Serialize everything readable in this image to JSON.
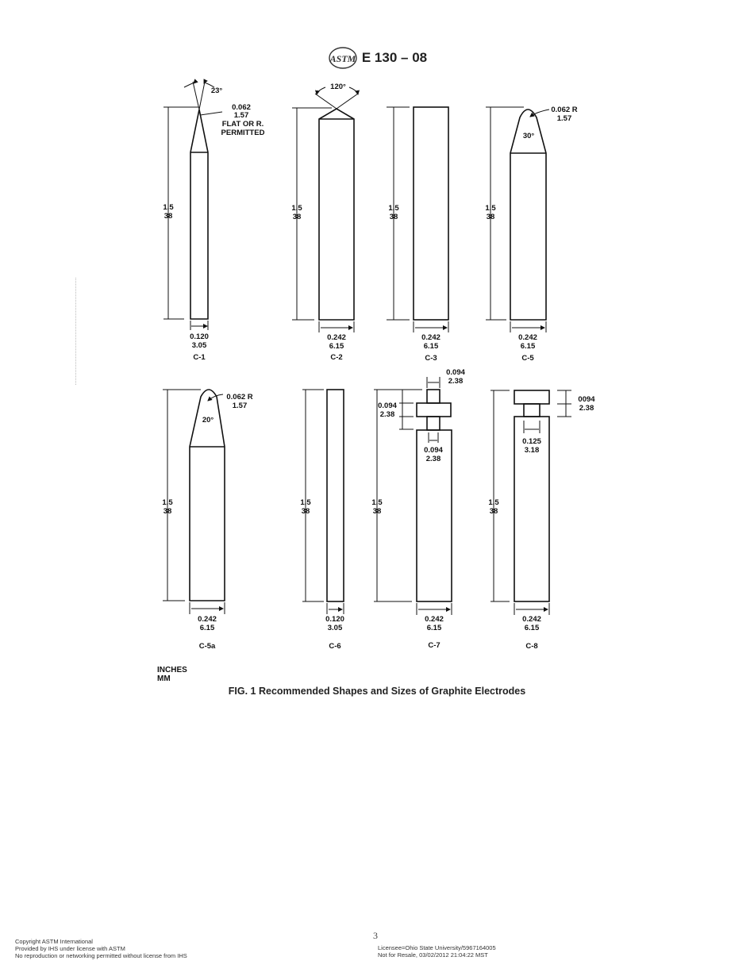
{
  "header": {
    "logo": "astm-logo-icon",
    "designation": "E 130 – 08"
  },
  "figure": {
    "units": {
      "line1": "INCHES",
      "line2": "MM"
    },
    "caption": "FIG. 1 Recommended Shapes and Sizes of Graphite Electrodes",
    "electrodes": [
      {
        "id": "C-1",
        "height_in": "1.5",
        "height_mm": "38",
        "width_in": "0.120",
        "width_mm": "3.05",
        "notes": {
          "angle": "23°",
          "tip_in": "0.062",
          "tip_mm": "1.57",
          "tip_note1": "FLAT OR R.",
          "tip_note2": "PERMITTED"
        }
      },
      {
        "id": "C-2",
        "height_in": "1.5",
        "height_mm": "38",
        "width_in": "0.242",
        "width_mm": "6.15",
        "notes": {
          "angle": "120°"
        }
      },
      {
        "id": "C-3",
        "height_in": "1.5",
        "height_mm": "38",
        "width_in": "0.242",
        "width_mm": "6.15"
      },
      {
        "id": "C-5",
        "height_in": "1.5",
        "height_mm": "38",
        "width_in": "0.242",
        "width_mm": "6.15",
        "notes": {
          "angle": "30°",
          "radius_in": "0.062 R",
          "radius_mm": "1.57"
        }
      },
      {
        "id": "C-5a",
        "height_in": "1.5",
        "height_mm": "38",
        "width_in": "0.242",
        "width_mm": "6.15",
        "notes": {
          "angle": "20°",
          "radius_in": "0.062 R",
          "radius_mm": "1.57"
        }
      },
      {
        "id": "C-6",
        "height_in": "1.5",
        "height_mm": "38",
        "width_in": "0.120",
        "width_mm": "3.05"
      },
      {
        "id": "C-7",
        "height_in": "1.5",
        "height_mm": "38",
        "width_in": "0.242",
        "width_mm": "6.15",
        "notes": {
          "top_in": "0.094",
          "top_mm": "2.38",
          "side_in": "0.094",
          "side_mm": "2.38",
          "neck_in": "0.094",
          "neck_mm": "2.38"
        }
      },
      {
        "id": "C-8",
        "height_in": "1.5",
        "height_mm": "38",
        "width_in": "0.242",
        "width_mm": "6.15",
        "notes": {
          "side_in": "0094",
          "side_mm": "2.38",
          "neck_in": "0.125",
          "neck_mm": "3.18"
        }
      }
    ]
  },
  "footer": {
    "page_number": "3",
    "left": [
      "Copyright ASTM International",
      "Provided by IHS under license with ASTM",
      "No reproduction or networking permitted without license from IHS"
    ],
    "right": [
      "Licensee=Ohio State University/5967164005",
      "Not for Resale, 03/02/2012 21:04:22 MST"
    ]
  }
}
